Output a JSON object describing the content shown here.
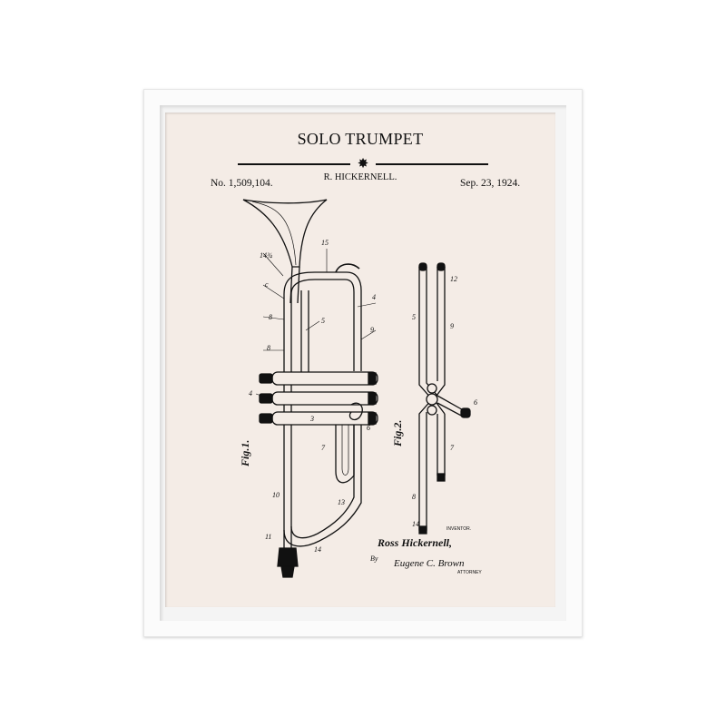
{
  "poster": {
    "title": "SOLO TRUMPET",
    "inventor_header": "R. HICKERNELL.",
    "patent_number": "No. 1,509,104.",
    "patent_date": "Sep. 23, 1924."
  },
  "drawing": {
    "fig1_label": "Fig.1.",
    "fig2_label": "Fig.2.",
    "inventor_caption": "INVENTOR.",
    "inventor_signature": "Ross Hickernell,",
    "by_text": "By",
    "attorney_signature": "Eugene C. Brown",
    "attorney_caption": "ATTORNEY",
    "ref_bell_size": "14¾",
    "fig1_refs": [
      "c",
      "8",
      "8",
      "15",
      "5",
      "9",
      "4",
      "4",
      "6",
      "3",
      "7",
      "10",
      "11",
      "14",
      "13"
    ],
    "fig2_refs": [
      "5",
      "12",
      "9",
      "6",
      "7",
      "8",
      "14"
    ]
  },
  "colors": {
    "frame": "#fbfbfb",
    "mat": "#f4ece6",
    "ink": "#111111"
  }
}
